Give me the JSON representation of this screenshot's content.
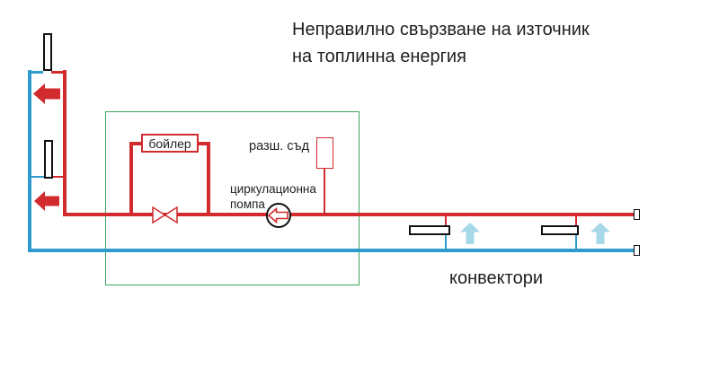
{
  "title": {
    "line1": "Неправилно свързване на източник",
    "line2": "на топлинна енергия"
  },
  "labels": {
    "boiler": "бойлер",
    "expansion_vessel": "разш. съд",
    "pump_line1": "циркулационна",
    "pump_line2": "помпа",
    "convectors": "конвектори"
  },
  "icons": {
    "valve": "valve-bowtie-icon",
    "pump": "circulation-pump-icon",
    "flow_left": "flow-arrow-left-icon",
    "flow_up": "flow-arrow-up-icon",
    "radiator": "radiator-element-icon",
    "convector": "convector-icon",
    "pipe_end": "pipe-end-cap-icon"
  },
  "colors": {
    "hot_pipe": "#d12b2e",
    "cold_pipe": "#2e9bce",
    "boundary_box": "#3fa35c",
    "flow_up_arrow": "#a5d8e9",
    "text": "#1f1f1f",
    "outline": "#111111"
  }
}
